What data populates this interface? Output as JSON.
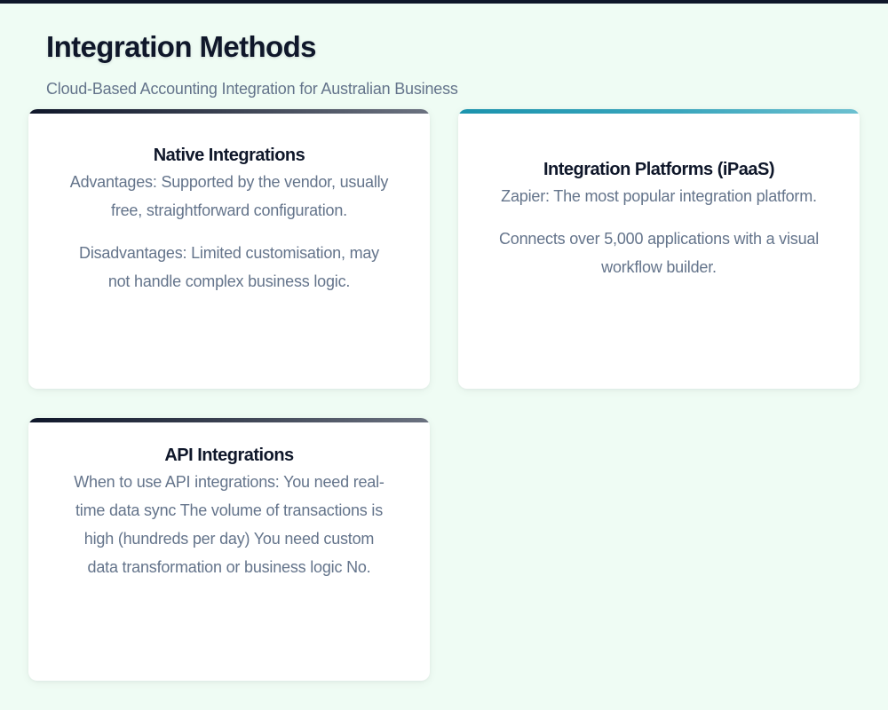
{
  "header": {
    "title": "Integration Methods",
    "subtitle": "Cloud-Based Accounting Integration for Australian Business"
  },
  "colors": {
    "background": "#effcf4",
    "top_bar": "#0f172a",
    "title_text": "#0f172a",
    "body_text": "#64748b",
    "accent_dark": "#0f172a",
    "accent_teal": "#1b93ad"
  },
  "cards": [
    {
      "title": "Native Integrations",
      "accent": "dark",
      "paragraphs": [
        "Advantages: Supported by the vendor, usually free, straightforward configuration.",
        "Disadvantages: Limited customisation, may not handle complex business logic."
      ]
    },
    {
      "title": "Integration Platforms (iPaaS)",
      "accent": "teal",
      "paragraphs": [
        "Zapier: The most popular integration platform.",
        "Connects over 5,000 applications with a visual workflow builder."
      ]
    },
    {
      "title": "API Integrations",
      "accent": "dark",
      "paragraphs": [
        "When to use API integrations: You need real-time data sync The volume of transactions is high (hundreds per day) You need custom data transformation or business logic No."
      ]
    }
  ]
}
